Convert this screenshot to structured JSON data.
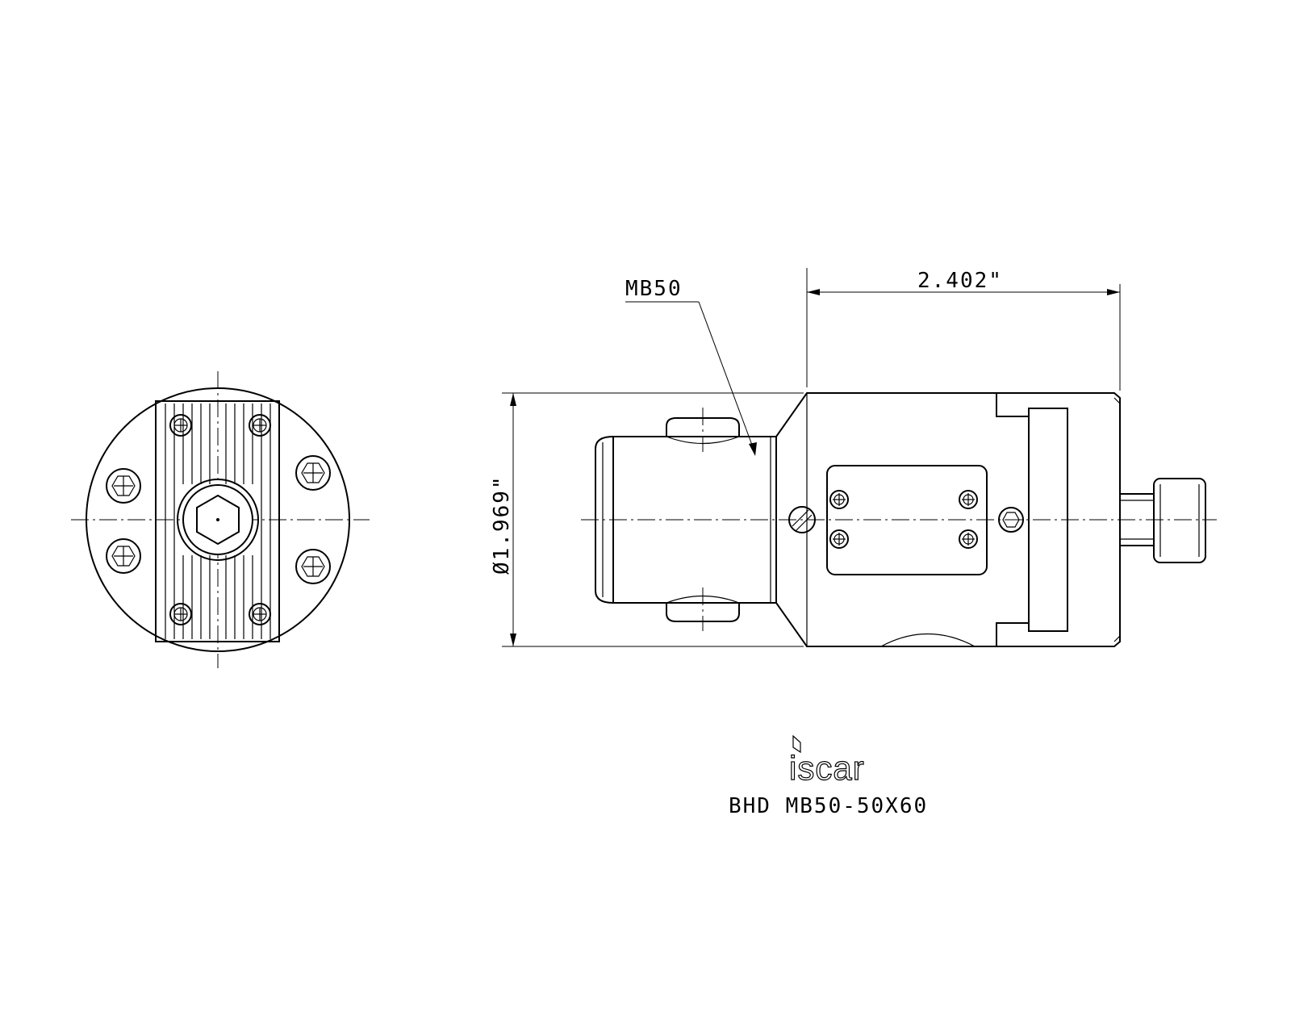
{
  "labels": {
    "part_callout": "MB50",
    "length_dim": "2.402\"",
    "diameter_dim": "Ø1.969\"",
    "brand": "iscar",
    "part_number": "BHD MB50-50X60"
  }
}
